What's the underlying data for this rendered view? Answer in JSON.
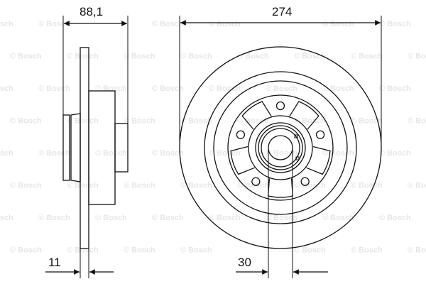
{
  "watermark": "© Bosch",
  "dimensions": {
    "hub_depth": "88,1",
    "diameter": "274",
    "disc_thickness": "11",
    "bore_width": "30"
  },
  "colors": {
    "line": "#111111",
    "watermark": "#e6e6e6"
  }
}
